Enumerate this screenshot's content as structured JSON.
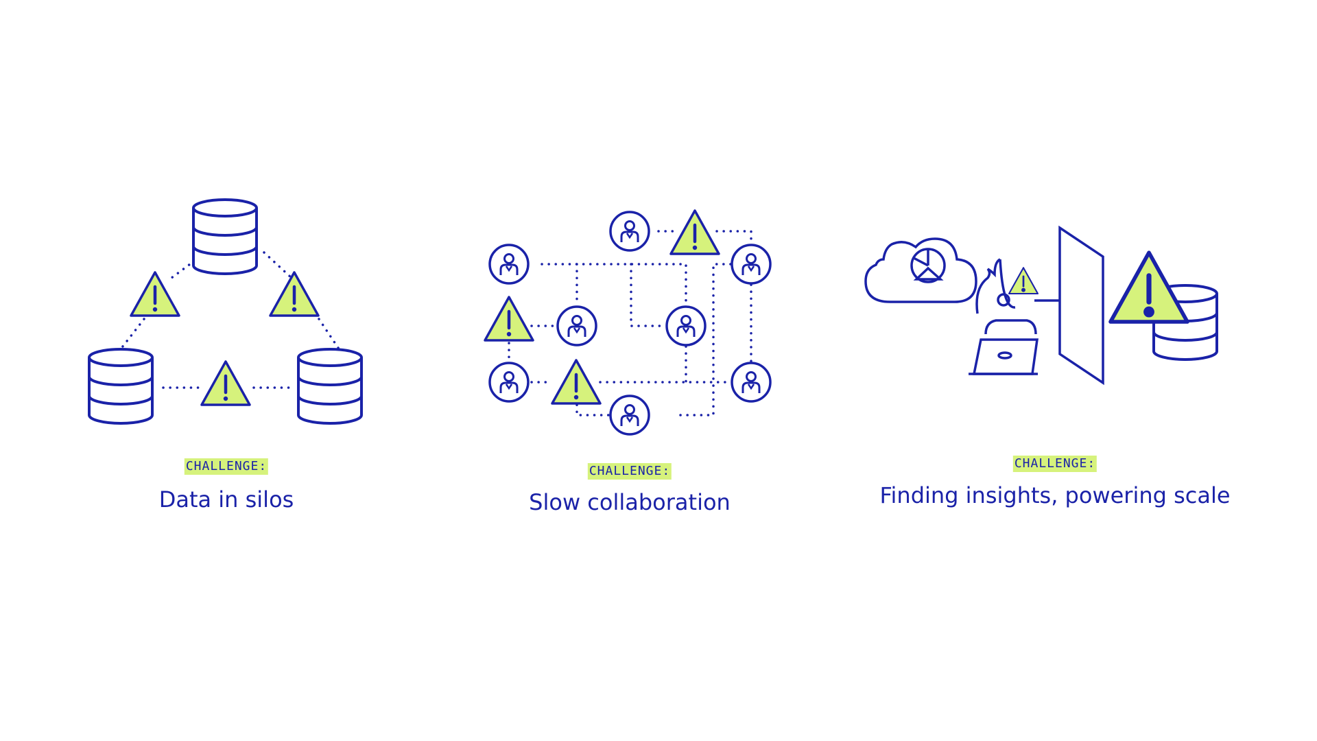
{
  "colors": {
    "ink": "#1a22a8",
    "highlight": "#d6f27c",
    "background": "#ffffff"
  },
  "panels": [
    {
      "badge": "CHALLENGE:",
      "title": "Data in silos",
      "icons": [
        "database-icon",
        "warning-icon"
      ]
    },
    {
      "badge": "CHALLENGE:",
      "title": "Slow collaboration",
      "icons": [
        "user-icon",
        "warning-icon"
      ]
    },
    {
      "badge": "CHALLENGE:",
      "title": "Finding insights, powering scale",
      "icons": [
        "cloud-chart-icon",
        "person-laptop-icon",
        "wall-icon",
        "arrow-icon",
        "warning-icon",
        "database-icon"
      ]
    }
  ]
}
